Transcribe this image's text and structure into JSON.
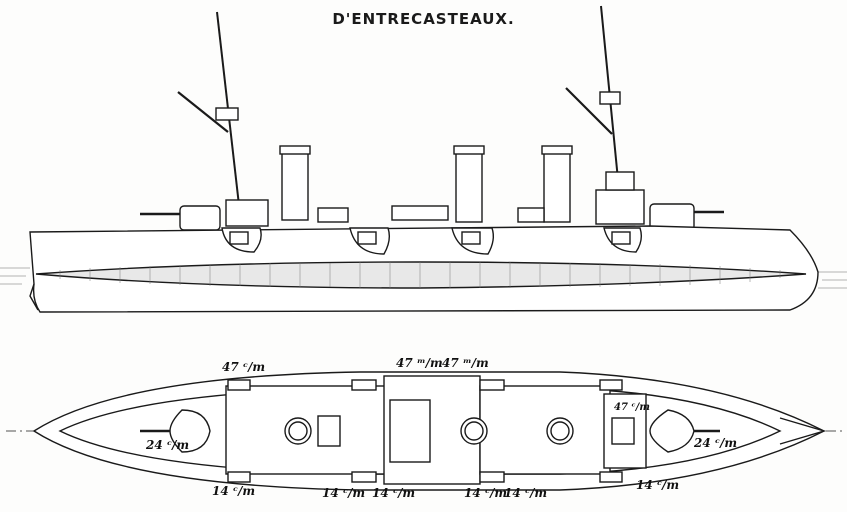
{
  "title": "D'ENTRECASTEAUX.",
  "plan_labels": {
    "gun_47_port_aft": "47 ᶜ/m",
    "gun_47_center_a": "47 ᵐ/m",
    "gun_47_center_b": "47 ᵐ/m",
    "gun_47_bow": "47 ᶜ/m",
    "turret_24_aft": "24 ᶜ/m",
    "turret_24_fwd": "24 ᶜ/m",
    "gun_14_aft": "14 ᶜ/m",
    "gun_14_c1": "14 ᶜ/m",
    "gun_14_c2": "14 ᶜ/m",
    "gun_14_c3": "14 ᶜ/m",
    "gun_14_c4": "14 ᶜ/m",
    "gun_14_fwd": "14 ᶜ/m"
  },
  "colors": {
    "ink": "#1a1a1a",
    "hull": "#ffffff",
    "waterline_band": "#e8e8e8"
  }
}
